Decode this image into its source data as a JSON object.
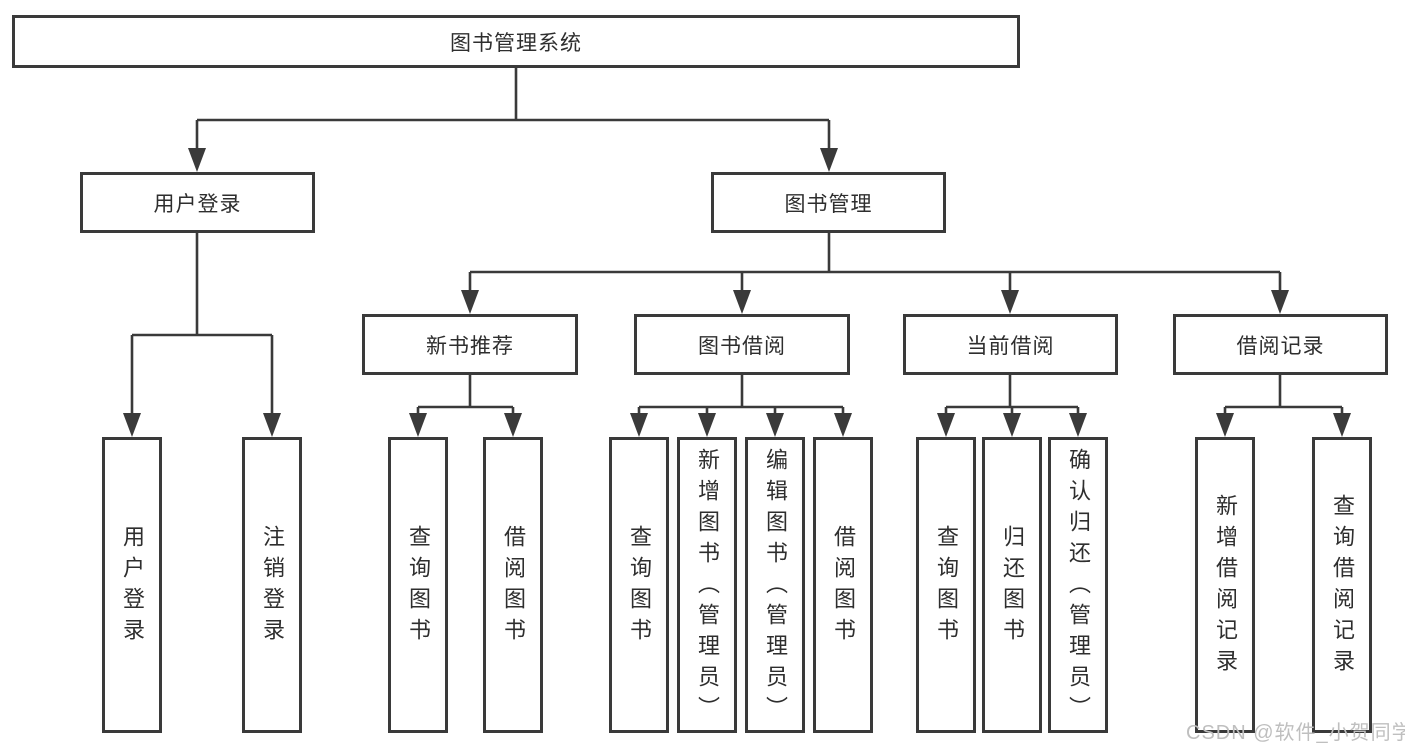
{
  "diagram": {
    "root": {
      "label": "图书管理系统"
    },
    "branches": [
      {
        "label": "用户登录",
        "children": [
          {
            "label": "用户登录"
          },
          {
            "label": "注销登录"
          }
        ]
      },
      {
        "label": "图书管理",
        "children": [
          {
            "label": "新书推荐",
            "children": [
              {
                "label": "查询图书"
              },
              {
                "label": "借阅图书"
              }
            ]
          },
          {
            "label": "图书借阅",
            "children": [
              {
                "label": "查询图书"
              },
              {
                "label": "新增图书（管理员）"
              },
              {
                "label": "编辑图书（管理员）"
              },
              {
                "label": "借阅图书"
              }
            ]
          },
          {
            "label": "当前借阅",
            "children": [
              {
                "label": "查询图书"
              },
              {
                "label": "归还图书"
              },
              {
                "label": "确认归还（管理员）"
              }
            ]
          },
          {
            "label": "借阅记录",
            "children": [
              {
                "label": "新增借阅记录"
              },
              {
                "label": "查询借阅记录"
              }
            ]
          }
        ]
      }
    ]
  },
  "watermark": {
    "text": "CSDN @软件_小贺同学"
  },
  "colors": {
    "line": "#3a3a3a",
    "box_border": "#3a3a3a",
    "text": "#2e2e2e",
    "watermark": "#bfbfbf",
    "background": "#ffffff"
  }
}
